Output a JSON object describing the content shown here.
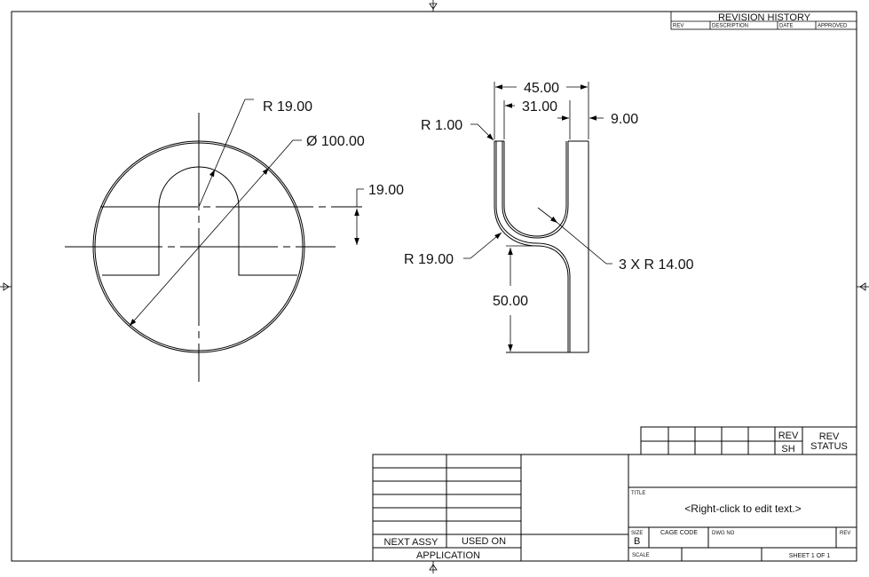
{
  "revision_history": {
    "title": "REVISION HISTORY",
    "columns": [
      "REV",
      "DESCRIPTION",
      "DATE",
      "APPROVED"
    ]
  },
  "front_view": {
    "radius_label": "R 19.00",
    "diameter_label": "Ø 100.00",
    "height_label": "19.00"
  },
  "side_view": {
    "width_label": "45.00",
    "slot_label": "31.00",
    "wall_label": "9.00",
    "corner_radius_label": "R 1.00",
    "bend_radius_label": "R 19.00",
    "inner_radius_label": "3 X R 14.00",
    "length_label": "50.00"
  },
  "title_block": {
    "rev": "REV",
    "sh": "SH",
    "rev_status": [
      "REV",
      "STATUS"
    ],
    "next_assy": "NEXT  ASSY",
    "used_on": "USED  ON",
    "application": "APPLICATION",
    "title_caption": "TITLE",
    "title_text": "<Right-click to edit text.>",
    "size_caption": "SIZE",
    "size_value": "B",
    "cage_code": "CAGE  CODE",
    "dwg_no": "DWG  NO",
    "rev_caption": "REV",
    "scale_caption": "SCALE",
    "sheet": "SHEET 1 OF 1"
  }
}
